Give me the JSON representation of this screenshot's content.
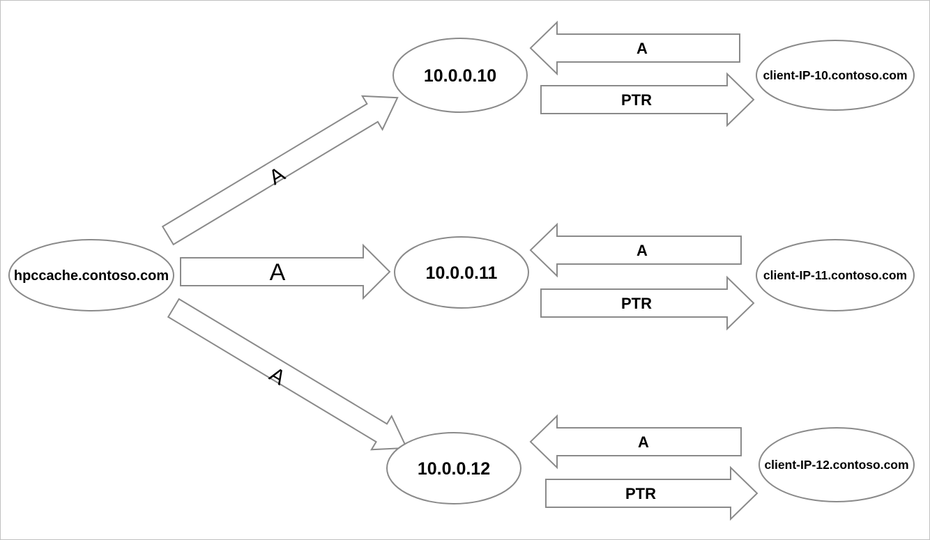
{
  "canvas": {
    "background_color": "#ffffff",
    "border_color": "#c0c0c0",
    "shape_stroke_color": "#8a8a8a",
    "text_color": "#000000"
  },
  "source": {
    "label": "hpccache.contoso.com"
  },
  "forward_arrows": [
    {
      "label": "A"
    },
    {
      "label": "A"
    },
    {
      "label": "A"
    }
  ],
  "rows": [
    {
      "ip": "10.0.0.10",
      "a_label": "A",
      "ptr_label": "PTR",
      "client": "client-IP-10.contoso.com"
    },
    {
      "ip": "10.0.0.11",
      "a_label": "A",
      "ptr_label": "PTR",
      "client": "client-IP-11.contoso.com"
    },
    {
      "ip": "10.0.0.12",
      "a_label": "A",
      "ptr_label": "PTR",
      "client": "client-IP-12.contoso.com"
    }
  ]
}
